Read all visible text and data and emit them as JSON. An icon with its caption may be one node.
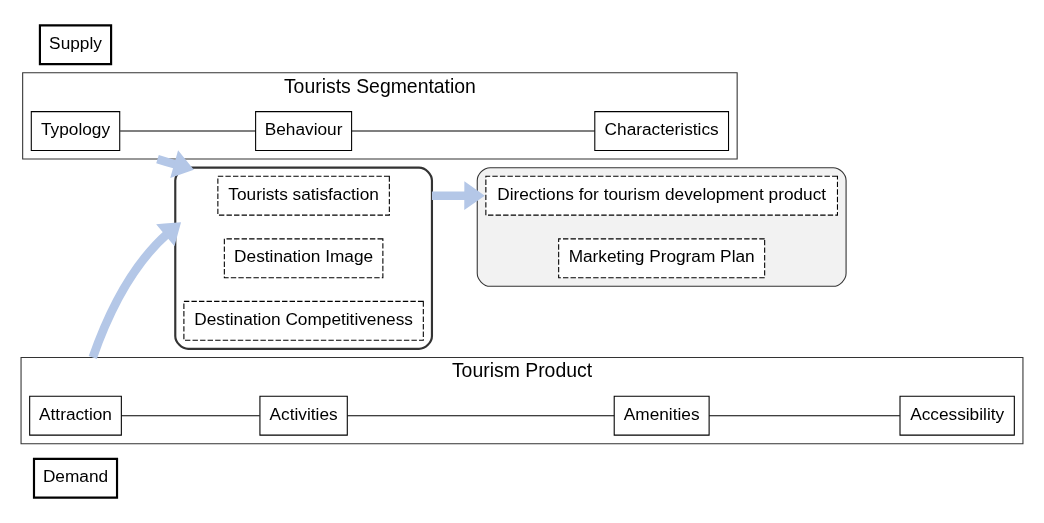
{
  "diagram": {
    "nodes": [
      {
        "text": [
          "Demand"
        ]
      },
      {
        "text": [
          "Tourists Segmentation"
        ]
      },
      {
        "text": [
          "Typology"
        ],
        "in": 1
      },
      {
        "text": [
          "Behaviour"
        ],
        "in": 1
      },
      {
        "text": [
          "Characteristics"
        ],
        "in": 1
      },
      {
        "text": [],
        "shape": "ellipse"
      },
      {
        "text": [
          "Tourists satisfaction"
        ],
        "in": 5
      },
      {
        "text": [
          "Destination Image"
        ],
        "in": 5
      },
      {
        "text": [
          "Destination Competitiveness"
        ],
        "in": 5
      },
      {
        "text": [
          "Supply"
        ]
      },
      {
        "text": [
          "Tourism Product"
        ]
      },
      {
        "text": [
          "Attraction"
        ],
        "in": 10
      },
      {
        "text": [
          "Activities"
        ],
        "in": 10
      },
      {
        "text": [
          "Amenities"
        ],
        "in": 10
      },
      {
        "text": [
          "Accessibility"
        ],
        "in": 10
      },
      {
        "text": [],
        "shape": "box"
      },
      {
        "text": [
          "Directions for tourism development product"
        ],
        "in": 15
      },
      {
        "text": [
          "Marketing Program Plan"
        ],
        "in": 15
      }
    ],
    "edges": [
      {
        "from": 2,
        "to": 3,
        "arrow": "none"
      },
      {
        "from": 3,
        "to": 4,
        "arrow": "none"
      },
      {
        "from": 11,
        "to": 12,
        "arrow": "none"
      },
      {
        "from": 12,
        "to": 13,
        "arrow": "none"
      },
      {
        "from": 13,
        "to": 14,
        "arrow": "none"
      },
      {
        "from": 1,
        "to": 5,
        "arrow": "to",
        "style": "thick",
        "color": "#b4c7e7"
      },
      {
        "from": 10,
        "to": 5,
        "arrow": "to",
        "style": "thick",
        "color": "#b4c7e7"
      },
      {
        "from": 5,
        "to": 15,
        "arrow": "to",
        "style": "thick",
        "color": "#b4c7e7"
      }
    ]
  }
}
